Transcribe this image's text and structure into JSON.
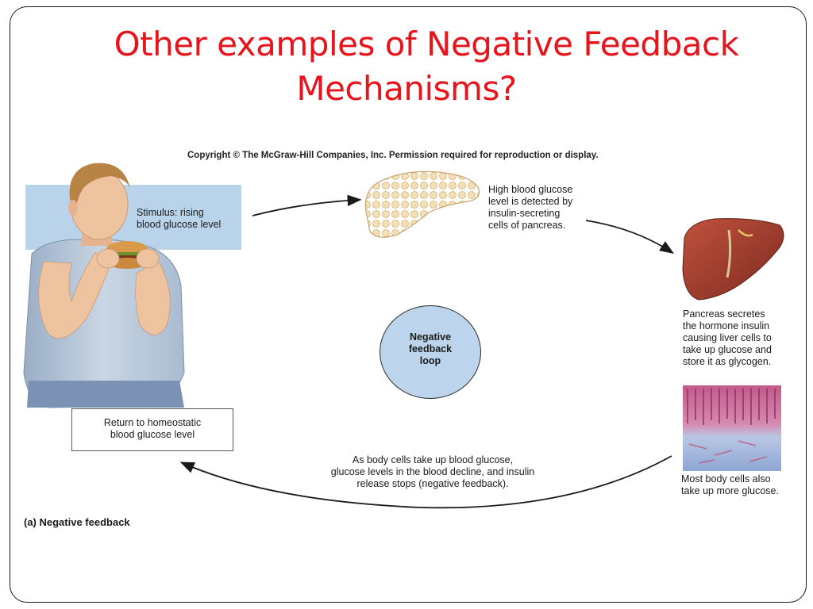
{
  "slide": {
    "title_line1": "Other examples of Negative Feedback",
    "title_line2": "Mechanisms?",
    "title_color": "#e8141c"
  },
  "diagram": {
    "copyright": "Copyright © The McGraw-Hill Companies, Inc. Permission required for reproduction or display.",
    "stimulus": [
      "Stimulus: rising",
      "blood glucose level"
    ],
    "pancreas_text": [
      "High blood glucose",
      "level is detected by",
      "insulin-secreting",
      "cells of pancreas."
    ],
    "liver_text": [
      "Pancreas secretes",
      "the hormone insulin",
      "causing liver cells to",
      "take up glucose and",
      "store it as glycogen."
    ],
    "tissue_text": [
      "Most body cells also",
      "take up more glucose."
    ],
    "decline_text": [
      "As body cells take up blood glucose,",
      "glucose levels in the blood decline, and insulin",
      "release stops (negative feedback)."
    ],
    "return_text": [
      "Return to homeostatic",
      "blood glucose level"
    ],
    "loop_label": [
      "Negative",
      "feedback",
      "loop"
    ],
    "caption": "(a) Negative feedback",
    "loop_color": "#bcd5ec",
    "stimulus_panel_color": "#b9d4ea"
  }
}
